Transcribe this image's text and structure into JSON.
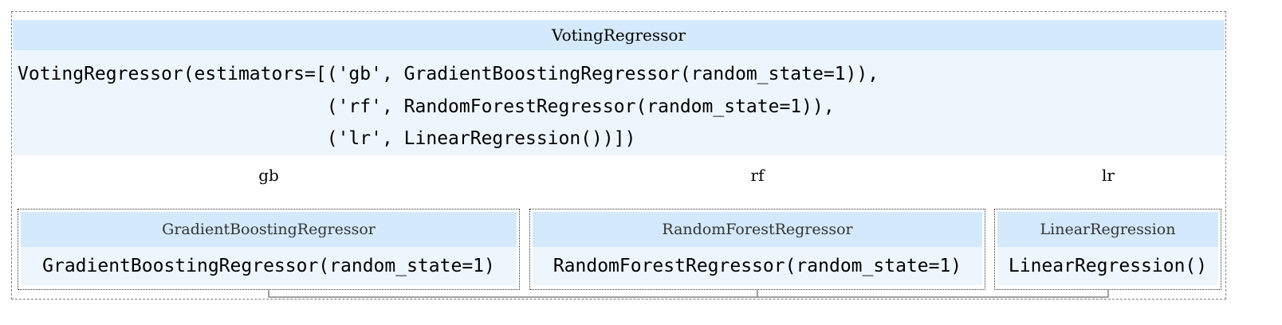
{
  "main": {
    "label": "VotingRegressor",
    "code_lines": [
      "VotingRegressor(estimators=[('gb', GradientBoostingRegressor(random_state=1)),",
      "                            ('rf', RandomForestRegressor(random_state=1)),",
      "                            ('lr', LinearRegression())])"
    ]
  },
  "estimators": [
    {
      "name": "gb",
      "label": "GradientBoostingRegressor",
      "code": "GradientBoostingRegressor(random_state=1)"
    },
    {
      "name": "rf",
      "label": "RandomForestRegressor",
      "code": "RandomForestRegressor(random_state=1)"
    },
    {
      "name": "lr",
      "label": "LinearRegression",
      "code": "LinearRegression()"
    }
  ],
  "colors": {
    "label_bg": "#d4e9fb",
    "code_bg": "#eef6fd",
    "border": "#808080"
  }
}
